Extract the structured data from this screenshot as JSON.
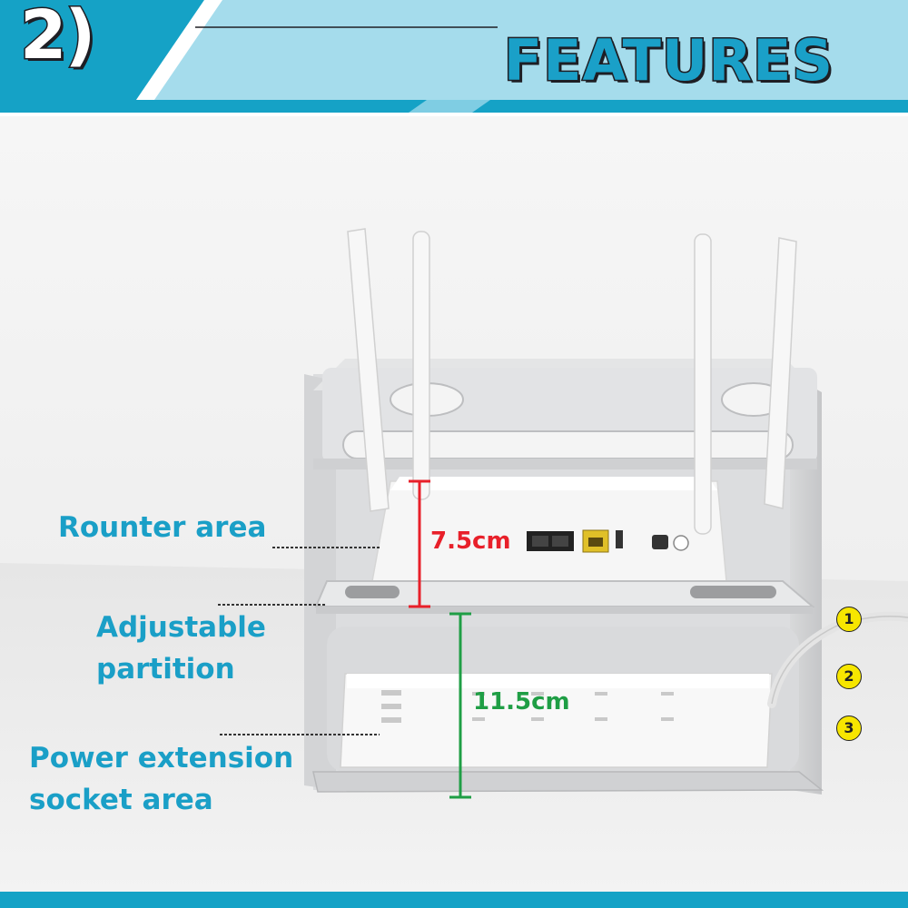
{
  "header": {
    "step_number": "2)",
    "title": "FEATURES",
    "colors": {
      "accent": "#15a2c6",
      "light": "#a5dcec",
      "outline": "#1e1e24"
    }
  },
  "labels": {
    "router_area": "Rounter area",
    "adjustable_partition": [
      "Adjustable",
      "partition"
    ],
    "power_socket_area": [
      "Power extension",
      "socket area"
    ]
  },
  "dimensions": {
    "upper_height": "7.5cm",
    "lower_height": "11.5cm",
    "upper_color": "#e8202a",
    "lower_color": "#1f9e45"
  },
  "callouts": [
    "1",
    "2",
    "3"
  ],
  "icons": [
    "router-icon",
    "power-strip-icon"
  ]
}
